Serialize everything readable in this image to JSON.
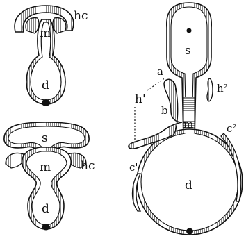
{
  "figure": {
    "fig1": {
      "labels": {
        "hc": "hc",
        "m": "m",
        "d": "d"
      }
    },
    "fig2": {
      "labels": {
        "s": "s",
        "hc": "hc",
        "m": "m",
        "d": "d"
      }
    },
    "fig3": {
      "labels": {
        "s": "s",
        "a": "a",
        "h1": "h'",
        "h2": "h²",
        "b": "b",
        "m": "m",
        "c1": "c'",
        "c2": "c²",
        "d": "d"
      }
    }
  }
}
